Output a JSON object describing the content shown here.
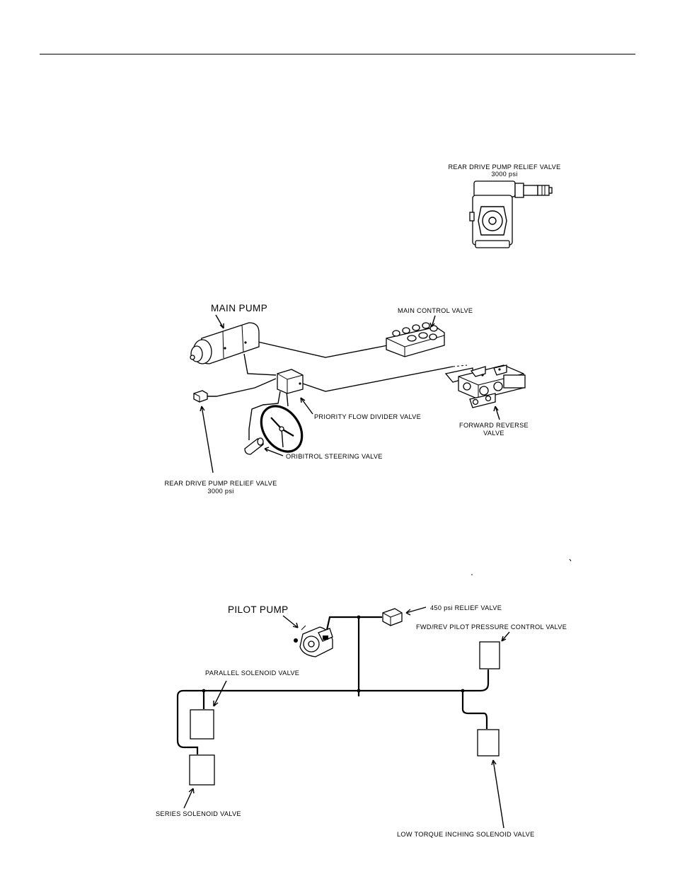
{
  "figure_top": {
    "label_line1": "REAR DRIVE PUMP RELIEF VALVE",
    "label_line2": "3000 psi"
  },
  "figure_middle": {
    "main_pump": "MAIN PUMP",
    "main_control_valve": "MAIN CONTROL VALVE",
    "priority_flow_divider_valve": "PRIORITY FLOW DIVIDER VALVE",
    "forward_reverse_line1": "FORWARD REVERSE",
    "forward_reverse_line2": "VALVE",
    "orbitrol_steering_valve": "ORIBITROL STEERING VALVE",
    "rear_relief_line1": "REAR DRIVE PUMP RELIEF VALVE",
    "rear_relief_line2": "3000 psi"
  },
  "figure_bottom": {
    "pilot_pump": "PILOT PUMP",
    "relief_valve": "450 psi  RELIEF VALVE",
    "fwd_rev_pilot": "FWD/REV PILOT PRESSURE CONTROL VALVE",
    "parallel_solenoid": "PARALLEL SOLENOID VALVE",
    "series_solenoid": "SERIES SOLENOID VALVE",
    "low_torque_inching": "LOW TORQUE INCHING SOLENOID VALVE"
  }
}
